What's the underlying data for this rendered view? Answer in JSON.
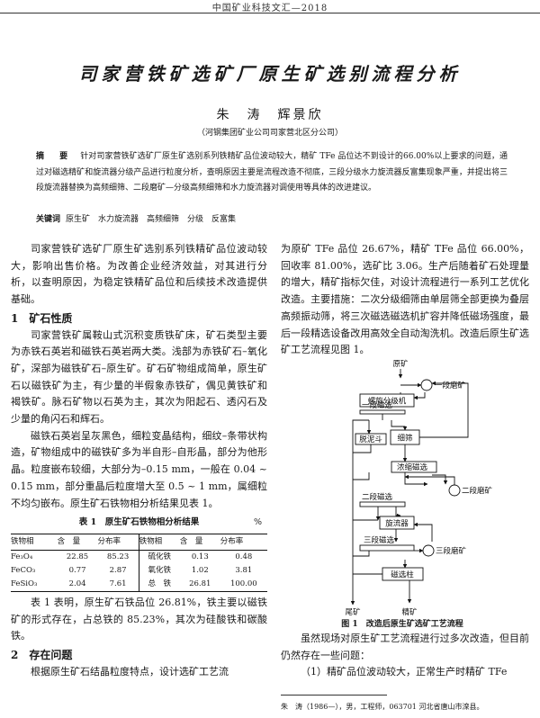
{
  "header": {
    "running_title": "中国矿业科技文汇—2018"
  },
  "article": {
    "title": "司家营铁矿选矿厂原生矿选别流程分析",
    "authors": "朱　涛　辉景欣",
    "affiliation": "（河钢集团矿业公司司家营北区分公司）",
    "abstract_label": "摘　要",
    "abstract_text": "针对司家营铁矿选矿厂原生矿选别系列铁精矿品位波动较大，精矿 TFe 品位达不到设计的66.00%以上要求的问题，通过对磁选精矿和旋流器分级产品进行粒度分析，查明原因主要是流程改造不彻底，三段分级水力旋流器反富集现象严重，并提出将三段旋流器替换为高频细筛、二段磨矿—分级高频细筛和水力旋流器对调使用等具体的改进建议。",
    "keywords_label": "关键词",
    "keywords": "原生矿　水力旋流器　高频细筛　分级　反富集"
  },
  "left_column": {
    "p1": "司家营铁矿选矿厂原生矿选别系列铁精矿品位波动较大，影响出售价格。为改善企业经济效益，对其进行分析，以查明原因，为稳定铁精矿品位和后续技术改造提供基础。",
    "sec1": "1　矿石性质",
    "p2": "司家营铁矿属鞍山式沉积变质铁矿床，矿石类型主要为赤铁石英岩和磁铁石英岩两大类。浅部为赤铁矿石–氧化矿，深部为磁铁矿石–原生矿。矿石矿物组成简单，原生矿石以磁铁矿为主，有少量的半假象赤铁矿，偶见黄铁矿和褐铁矿。脉石矿物以石英为主，其次为阳起石、透闪石及少量的角闪石和辉石。",
    "p3": "磁铁石英岩呈灰黑色，细粒变晶结构，细纹–条带状构造，矿物组成中的磁铁矿多为半自形–自形晶，部分为他形晶。粒度嵌布较细，大部分为–0.15 mm，一般在 0.04 ~ 0.15 mm，部分重晶后粒度增大至 0.5 ~ 1 mm，属细粒不均匀嵌布。原生矿石铁物相分析结果见表 1。",
    "p4": "表 1 表明，原生矿石铁品位 26.81%，铁主要以磁铁矿的形式存在，占总铁的 85.23%，其次为硅酸铁和碳酸铁。",
    "sec2": "2　存在问题",
    "p5": "根据原生矿石结晶粒度特点，设计选矿工艺流"
  },
  "table1": {
    "caption": "表 1　原生矿石铁物相分析结果",
    "unit": "%",
    "headers": [
      "铁物相",
      "含　量",
      "分布率",
      "铁物相",
      "含　量",
      "分布率"
    ],
    "rows": [
      [
        "Fe₃O₄",
        "22.85",
        "85.23",
        "硫化铁",
        "0.13",
        "0.48"
      ],
      [
        "FeCO₃",
        "0.77",
        "2.87",
        "氧化铁",
        "1.02",
        "3.81"
      ],
      [
        "FeSiO₃",
        "2.04",
        "7.61",
        "总　铁",
        "26.81",
        "100.00"
      ]
    ]
  },
  "right_column": {
    "p1": "为原矿 TFe 品位 26.67%，精矿 TFe 品位 66.00%，回收率 81.00%，选矿比 3.06。生产后随着矿石处理量的增大，精矿指标欠佳，对设计流程进行一系列工艺优化改造。主要措施：二次分级细筛由单层筛全部更换为叠层高频振动筛，将三次磁选磁选机扩容并降低磁场强度，最后一段精选设备改用高效全自动淘洗机。改造后原生矿选矿工艺流程见图 1。",
    "p2": "虽然现场对原生矿工艺流程进行过多次改造，但目前仍然存在一些问题：",
    "p3": "（1）精矿品位波动较大，正常生产时精矿 TFe"
  },
  "figure1": {
    "caption": "图 1　改造后原生矿选矿工艺流程",
    "nodes": {
      "raw_ore": "原矿",
      "mill1": "一段磨矿",
      "classifier": "螺旋分级机",
      "mag1": "一段磁选",
      "dewater": "脱泥斗",
      "fine_screen": "细筛",
      "conc_mag": "浓缩磁选",
      "mill2": "二段磨矿",
      "mag2": "二段磁选",
      "cyclone": "旋流器",
      "mag3": "三段磁选",
      "mill3": "三段磨矿",
      "elutriator": "磁选柱",
      "tailings": "尾矿",
      "concentrate": "精矿"
    }
  },
  "footnote": "朱　涛（1986—），男，工程师，063701 河北省唐山市滦县。"
}
